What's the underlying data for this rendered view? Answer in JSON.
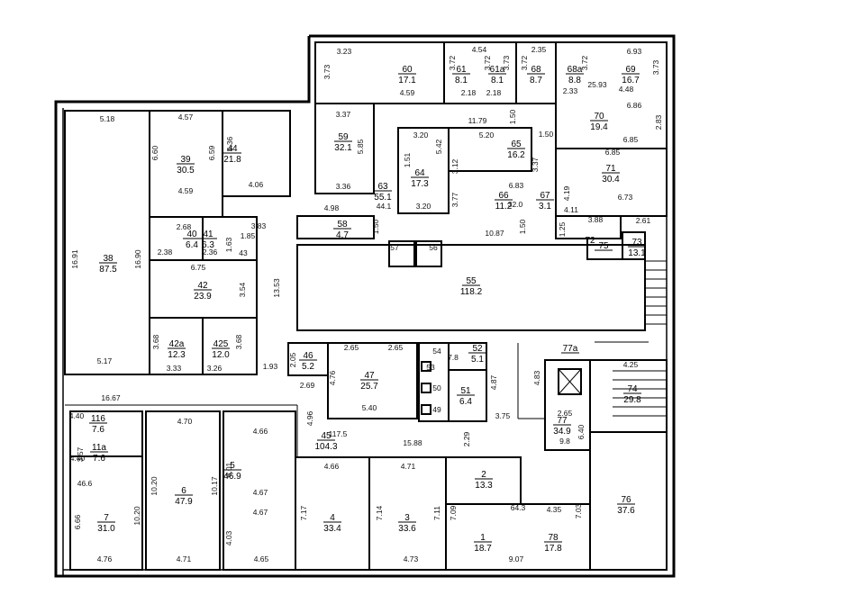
{
  "rooms": [
    {
      "id": "r60",
      "num": "60",
      "area": "17.1"
    },
    {
      "id": "r61",
      "num": "61",
      "area": "8.1"
    },
    {
      "id": "r61a",
      "num": "61a",
      "area": "8.1"
    },
    {
      "id": "r68",
      "num": "68",
      "area": "8.7"
    },
    {
      "id": "r68a",
      "num": "68a",
      "area": "8.8"
    },
    {
      "id": "r69",
      "num": "69",
      "area": "16.7"
    },
    {
      "id": "r70",
      "num": "70",
      "area": "19.4"
    },
    {
      "id": "r71",
      "num": "71",
      "area": "30.4"
    },
    {
      "id": "r59",
      "num": "59",
      "area": "32.1"
    },
    {
      "id": "r64",
      "num": "64",
      "area": "17.3"
    },
    {
      "id": "r65",
      "num": "65",
      "area": "16.2"
    },
    {
      "id": "r66",
      "num": "66",
      "area": "11.2"
    },
    {
      "id": "r67",
      "num": "67",
      "area": "3.1"
    },
    {
      "id": "r63",
      "num": "63",
      "area": "55.1"
    },
    {
      "id": "r58",
      "num": "58",
      "area": "4.7"
    },
    {
      "id": "r72",
      "num": "",
      "area": "72"
    },
    {
      "id": "r73",
      "num": "73",
      "area": "13.1"
    },
    {
      "id": "r75",
      "num": "75",
      "area": ""
    },
    {
      "id": "r38",
      "num": "38",
      "area": "87.5"
    },
    {
      "id": "r39",
      "num": "39",
      "area": "30.5"
    },
    {
      "id": "r44",
      "num": "44",
      "area": "21.8"
    },
    {
      "id": "r40",
      "num": "40",
      "area": "6.4"
    },
    {
      "id": "r41",
      "num": "41",
      "area": "6.3"
    },
    {
      "id": "r42",
      "num": "42",
      "area": "23.9"
    },
    {
      "id": "r42a",
      "num": "42a",
      "area": "12.3"
    },
    {
      "id": "r42b",
      "num": "425",
      "area": "12.0"
    },
    {
      "id": "r55",
      "num": "55",
      "area": "118.2"
    },
    {
      "id": "r46",
      "num": "46",
      "area": "5.2"
    },
    {
      "id": "r47",
      "num": "47",
      "area": "25.7"
    },
    {
      "id": "r52",
      "num": "52",
      "area": "5.1"
    },
    {
      "id": "r51",
      "num": "51",
      "area": "6.4"
    },
    {
      "id": "r77a",
      "num": "77a",
      "area": ""
    },
    {
      "id": "r74",
      "num": "74",
      "area": "29.8"
    },
    {
      "id": "r77",
      "num": "77",
      "area": "34.9"
    },
    {
      "id": "r11b",
      "num": "116",
      "area": "7.6"
    },
    {
      "id": "r11a",
      "num": "11a",
      "area": "7.6"
    },
    {
      "id": "r7",
      "num": "7",
      "area": "31.0"
    },
    {
      "id": "r6",
      "num": "6",
      "area": "47.9"
    },
    {
      "id": "r5",
      "num": "5",
      "area": "46.9"
    },
    {
      "id": "r45",
      "num": "45",
      "area": "104.3"
    },
    {
      "id": "r4",
      "num": "4",
      "area": "33.4"
    },
    {
      "id": "r3",
      "num": "3",
      "area": "33.6"
    },
    {
      "id": "r2",
      "num": "2",
      "area": "13.3"
    },
    {
      "id": "r1",
      "num": "1",
      "area": "18.7"
    },
    {
      "id": "r78",
      "num": "78",
      "area": "17.8"
    },
    {
      "id": "r76",
      "num": "76",
      "area": "37.6"
    }
  ],
  "dims": [
    "3.23",
    "3.73",
    "4.59",
    "4.54",
    "3.72",
    "3.72",
    "3.73",
    "2.18",
    "2.18",
    "2.35",
    "3.72",
    "6.93",
    "3.72",
    "3.73",
    "2.33",
    "4.48",
    "25.93",
    "6.86",
    "2.83",
    "6.85",
    "11.79",
    "1.50",
    "1.50",
    "3.37",
    "5.85",
    "3.36",
    "3.20",
    "5.42",
    "1.51",
    "3.12",
    "5.20",
    "3.37",
    "3.20",
    "3.77",
    "6.83",
    "32.0",
    "6.85",
    "4.19",
    "6.73",
    "4.11",
    "2.61",
    "4.98",
    "44.1",
    "1.50",
    "10.87",
    "1.50",
    "1.25",
    "3.88",
    "5.18",
    "4.57",
    "6.60",
    "6.59",
    "4.59",
    "5.36",
    "4.06",
    "16.91",
    "16.90",
    "3.83",
    "2.68",
    "2.38",
    "2.36",
    "1.85",
    "1.63",
    "43",
    "6.75",
    "3.54",
    "13.53",
    "3.68",
    "3.68",
    "3.33",
    "3.26",
    "1.93",
    "5.17",
    "2.65",
    "2.65",
    "2.05",
    "2.69",
    "4.76",
    "54",
    "53",
    "7.8",
    "50",
    "49",
    "4.87",
    "5.40",
    "4.96",
    "4.83",
    "3.75",
    "2.65",
    "6.40",
    "4.25",
    "16.67",
    "4.40",
    "4.70",
    "4.66",
    "3.57",
    "4.40",
    "46.6",
    "10.20",
    "10.17",
    "6.01",
    "4.67",
    "4.67",
    "6.66",
    "10.20",
    "4.03",
    "117.5",
    "15.88",
    "2.29",
    "4.66",
    "4.71",
    "7.17",
    "7.14",
    "7.11",
    "7.09",
    "64.3",
    "4.35",
    "7.03",
    "9.8",
    "4.76",
    "4.71",
    "4.65",
    "4.73",
    "9.07",
    "57",
    "56"
  ]
}
